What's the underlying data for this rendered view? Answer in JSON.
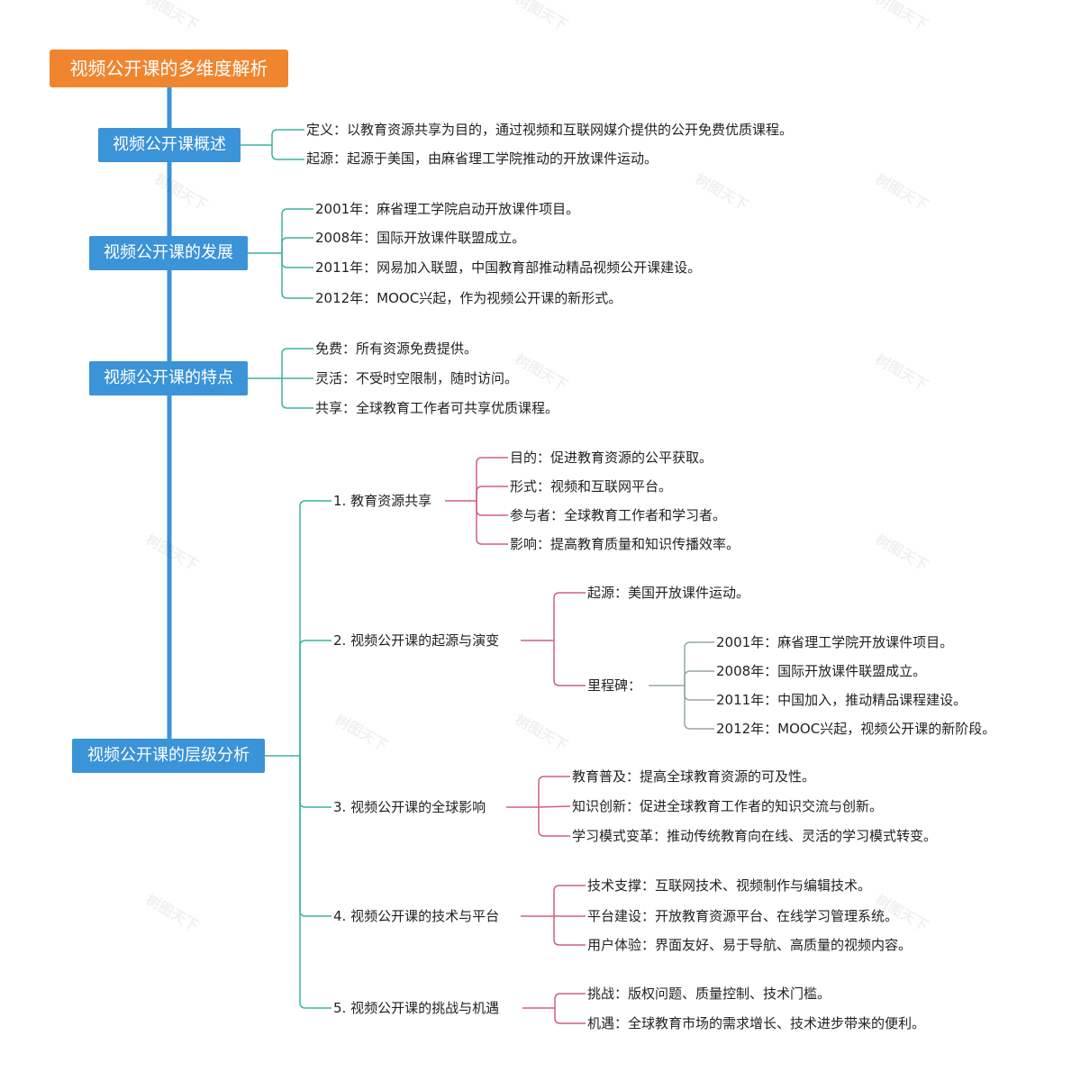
{
  "root": {
    "title": "视频公开课的多维度解析"
  },
  "watermark": "树图天下",
  "colors": {
    "root_bg": "#f0852f",
    "topic_bg": "#3b93d8",
    "trunk": "#3b93d8",
    "teal_line": "#3cb39f",
    "pink_line": "#d0607c",
    "gray_line": "#95a5a6"
  },
  "topics": [
    {
      "label": "视频公开课概述",
      "items": [
        "定义：以教育资源共享为目的，通过视频和互联网媒介提供的公开免费优质课程。",
        "起源：起源于美国，由麻省理工学院推动的开放课件运动。"
      ]
    },
    {
      "label": "视频公开课的发展",
      "items": [
        "2001年：麻省理工学院启动开放课件项目。",
        "2008年：国际开放课件联盟成立。",
        "2011年：网易加入联盟，中国教育部推动精品视频公开课建设。",
        "2012年：MOOC兴起，作为视频公开课的新形式。"
      ]
    },
    {
      "label": "视频公开课的特点",
      "items": [
        "免费：所有资源免费提供。",
        "灵活：不受时空限制，随时访问。",
        "共享：全球教育工作者可共享优质课程。"
      ]
    },
    {
      "label": "视频公开课的层级分析",
      "sections": [
        {
          "label": "1. 教育资源共享",
          "items": [
            "目的：促进教育资源的公平获取。",
            "形式：视频和互联网平台。",
            "参与者：全球教育工作者和学习者。",
            "影响：提高教育质量和知识传播效率。"
          ]
        },
        {
          "label": "2. 视频公开课的起源与演变",
          "items": [
            "起源：美国开放课件运动。"
          ],
          "milestone_label": "里程碑：",
          "milestones": [
            "2001年：麻省理工学院开放课件项目。",
            "2008年：国际开放课件联盟成立。",
            "2011年：中国加入，推动精品课程建设。",
            "2012年：MOOC兴起，视频公开课的新阶段。"
          ]
        },
        {
          "label": "3. 视频公开课的全球影响",
          "items": [
            "教育普及：提高全球教育资源的可及性。",
            "知识创新：促进全球教育工作者的知识交流与创新。",
            "学习模式变革：推动传统教育向在线、灵活的学习模式转变。"
          ]
        },
        {
          "label": "4. 视频公开课的技术与平台",
          "items": [
            "技术支撑：互联网技术、视频制作与编辑技术。",
            "平台建设：开放教育资源平台、在线学习管理系统。",
            "用户体验：界面友好、易于导航、高质量的视频内容。"
          ]
        },
        {
          "label": "5. 视频公开课的挑战与机遇",
          "items": [
            "挑战：版权问题、质量控制、技术门槛。",
            "机遇：全球教育市场的需求增长、技术进步带来的便利。"
          ]
        }
      ]
    }
  ]
}
